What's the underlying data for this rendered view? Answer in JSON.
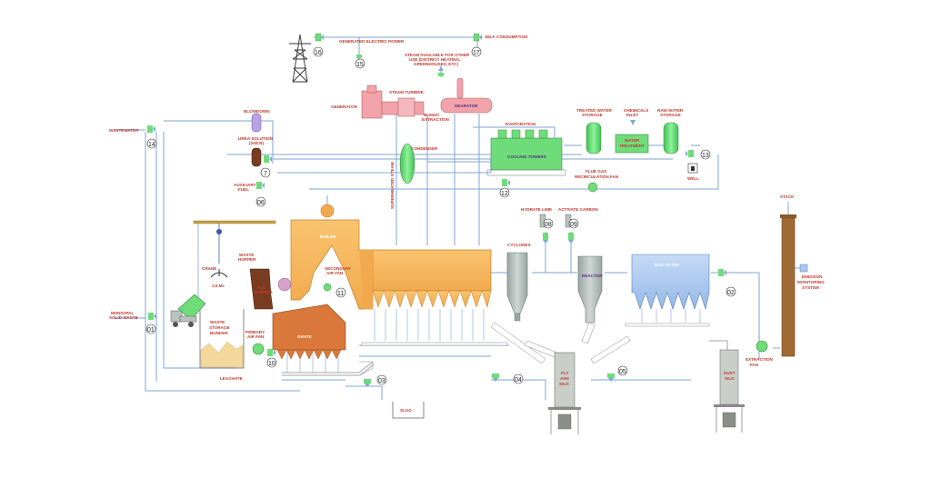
{
  "diagram": {
    "labels": {
      "generated_power": "GENERATED ELECTRIC POWER",
      "self_consumption": "SELF CONSUMPTION",
      "steam_available": "STEAM AVAILABLE FOR OTHER",
      "steam_available2": "USE (DISTRICT HEATING,",
      "steam_available3": "GREENHOUSES, ETC)",
      "generator": "GENERATOR",
      "steam_turbine": "STEAM TURBINE",
      "bleed": "BLEED/",
      "bleed2": "EXTRACTION",
      "dearator": "DEARATOR",
      "blowdown": "BLOWDOWN",
      "wastewater": "WASTEWATER",
      "urea": "UREA SOLUTION",
      "urea2": "(SNCR)",
      "condenser": "CONDENSER",
      "superheated": "SUPERHEATED STEAM",
      "evaporation": "EVAPORATION",
      "cooling_towers": "COOLING TOWERS",
      "treated_water": "TREATED WATER",
      "treated_water2": "STORAGE",
      "chemicals": "CHEMICALS",
      "chemicals2": "INLET",
      "raw_water": "RAW WATER",
      "raw_water2": "STORAGE",
      "water_treatment": "WATER",
      "water_treatment2": "TREATMENT",
      "well": "WELL",
      "auxiliary_fuel": "AUXILIARY",
      "auxiliary_fuel2": "FUEL",
      "flue_gas_recirc": "FLUE GAS",
      "flue_gas_recirc2": "RECIRCULATION FAN",
      "hydrate_lime": "HYDRATE LIME",
      "activate_carbon": "ACTIVATE CARBON",
      "stack": "STACK",
      "boiler": "BOILER",
      "crane": "CRANE",
      "crane_capacity": "2,5 Mc",
      "waste_hopper": "WASTE",
      "waste_hopper2": "HOPPER",
      "aux_burner": "AUX",
      "aux_burner2": "BURNER",
      "secondary_air_fan": "SECONDARY",
      "secondary_air_fan2": "AIR FAN",
      "cyclones": "CYCLONES",
      "reactor": "REACTOR",
      "bag_filter": "BAG FILTER",
      "emission": "EMISSION",
      "emission2": "MONITORING",
      "emission3": "SYSTEM",
      "municipal": "MUNICIPAL",
      "municipal2": "SOLID WASTE",
      "waste_storage": "WASTE",
      "waste_storage2": "STORAGE",
      "waste_storage3": "BUNKER",
      "primary_air_fan": "PRIMARY",
      "primary_air_fan2": "AIR FAN",
      "grate": "GRATE",
      "leachate": "LEACHATE",
      "slag": "SLAG",
      "fly_ash": "FLY",
      "fly_ash2": "ASH",
      "fly_ash3": "SILO",
      "dust_silo": "DUST",
      "dust_silo2": "SILO",
      "extraction_fan": "EXTRACTION",
      "extraction_fan2": "FAN"
    },
    "points": {
      "p01": "01",
      "p02": "02",
      "p03": "03",
      "p04": "04",
      "p05": "05",
      "p06": "06",
      "p07": "7",
      "p08": "08",
      "p09": "09",
      "p10": "10",
      "p11": "11",
      "p12": "12",
      "p13": "13",
      "p14": "14",
      "p15": "15",
      "p16": "16",
      "p17": "17"
    },
    "colors": {
      "boiler": "#f7b85a",
      "boiler_dark": "#e8a040",
      "grate": "#d9783a",
      "pipe": "#7fa6d6",
      "green_equipment": "#6fdc7a",
      "grey_equipment": "#b9c2bf",
      "bag_filter": "#a9c8ef",
      "stack": "#a06a34",
      "label": "#c0392b",
      "generator": "#f2a3a9",
      "silo": "#c9cfc8"
    }
  }
}
